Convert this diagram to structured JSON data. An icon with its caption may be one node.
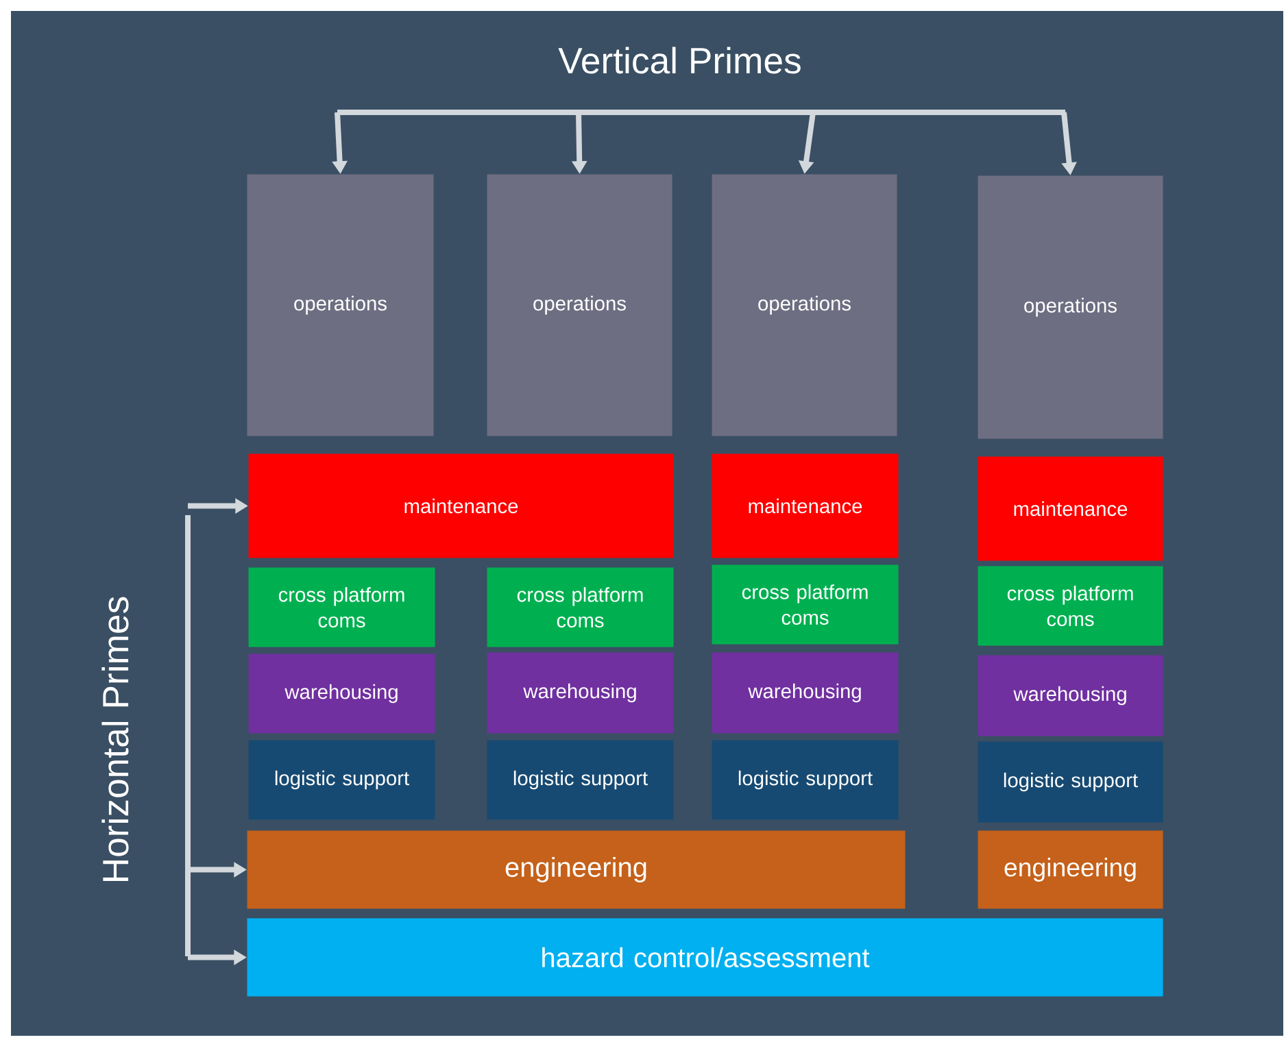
{
  "diagram": {
    "title": "Vertical Primes",
    "nodes": [
      {
        "text": [
          "operations"
        ]
      },
      {
        "text": [
          "operations"
        ]
      },
      {
        "text": [
          "operations"
        ]
      },
      {
        "text": [
          "operations"
        ]
      },
      {
        "text": [
          "maintenance"
        ]
      },
      {
        "text": [
          "maintenance"
        ]
      },
      {
        "text": [
          "maintenance"
        ]
      },
      {
        "text": [
          "cross platform coms"
        ]
      },
      {
        "text": [
          "cross platform coms"
        ]
      },
      {
        "text": [
          "cross platform coms"
        ]
      },
      {
        "text": [
          "cross platform coms"
        ]
      },
      {
        "text": [
          "warehousing"
        ]
      },
      {
        "text": [
          "warehousing"
        ]
      },
      {
        "text": [
          "warehousing"
        ]
      },
      {
        "text": [
          "warehousing"
        ]
      },
      {
        "text": [
          "logistic support"
        ]
      },
      {
        "text": [
          "logistic support"
        ]
      },
      {
        "text": [
          "logistic support"
        ]
      },
      {
        "text": [
          "logistic support"
        ]
      },
      {
        "text": [
          "engineering"
        ]
      },
      {
        "text": [
          "engineering"
        ]
      },
      {
        "text": [
          "hazard control/assessment"
        ]
      }
    ],
    "edges": [
      {
        "from": null,
        "to": 0,
        "arrow": "to"
      },
      {
        "from": null,
        "to": 1,
        "arrow": "to"
      },
      {
        "from": null,
        "to": 2,
        "arrow": "to"
      },
      {
        "from": null,
        "to": 3,
        "arrow": "to"
      },
      {
        "from": null,
        "to": 4,
        "arrow": "to"
      },
      {
        "from": null,
        "to": 19,
        "arrow": "to"
      },
      {
        "from": null,
        "to": 21,
        "arrow": "to"
      }
    ],
    "labels": [
      "Horizontal Primes"
    ]
  }
}
